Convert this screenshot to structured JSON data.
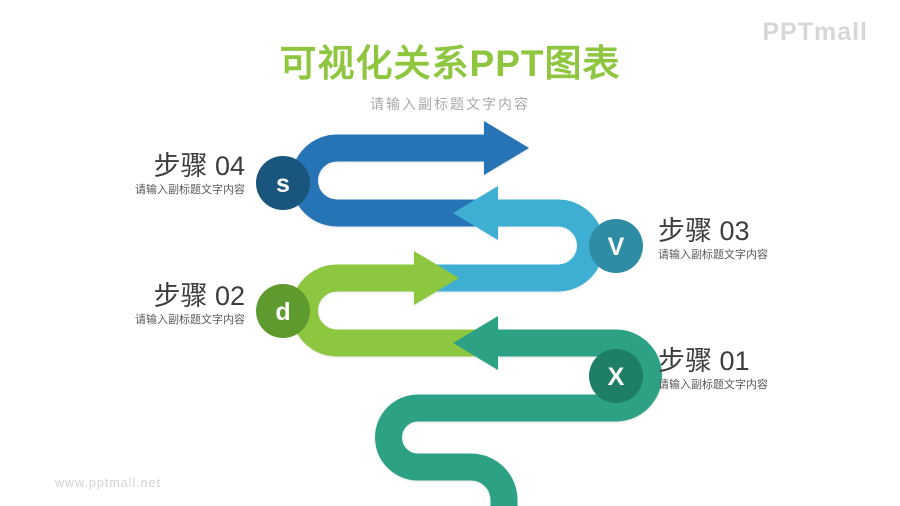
{
  "header": {
    "title": "可视化关系PPT图表",
    "subtitle": "请输入副标题文字内容"
  },
  "brand": {
    "logo": "PPTmall",
    "watermark": "www.pptmall.net"
  },
  "colors": {
    "title_green": "#8fc640",
    "label_dark": "#3d3d3d",
    "label_gray": "#595959",
    "brand_gray": "#d7d7d7"
  },
  "steps": [
    {
      "label": "步骤 04",
      "desc": "请输入副标题文字内容",
      "letter": "s",
      "arrow": "#2673b6",
      "node": "#19557d"
    },
    {
      "label": "步骤 03",
      "desc": "请输入副标题文字内容",
      "letter": "V",
      "arrow": "#3eafd3",
      "node": "#2e8da4"
    },
    {
      "label": "步骤 02",
      "desc": "请输入副标题文字内容",
      "letter": "d",
      "arrow": "#8dc63f",
      "node": "#5f9a2f"
    },
    {
      "label": "步骤 01",
      "desc": "请输入副标题文字内容",
      "letter": "X",
      "arrow": "#2da184",
      "node": "#1e7e66"
    }
  ]
}
